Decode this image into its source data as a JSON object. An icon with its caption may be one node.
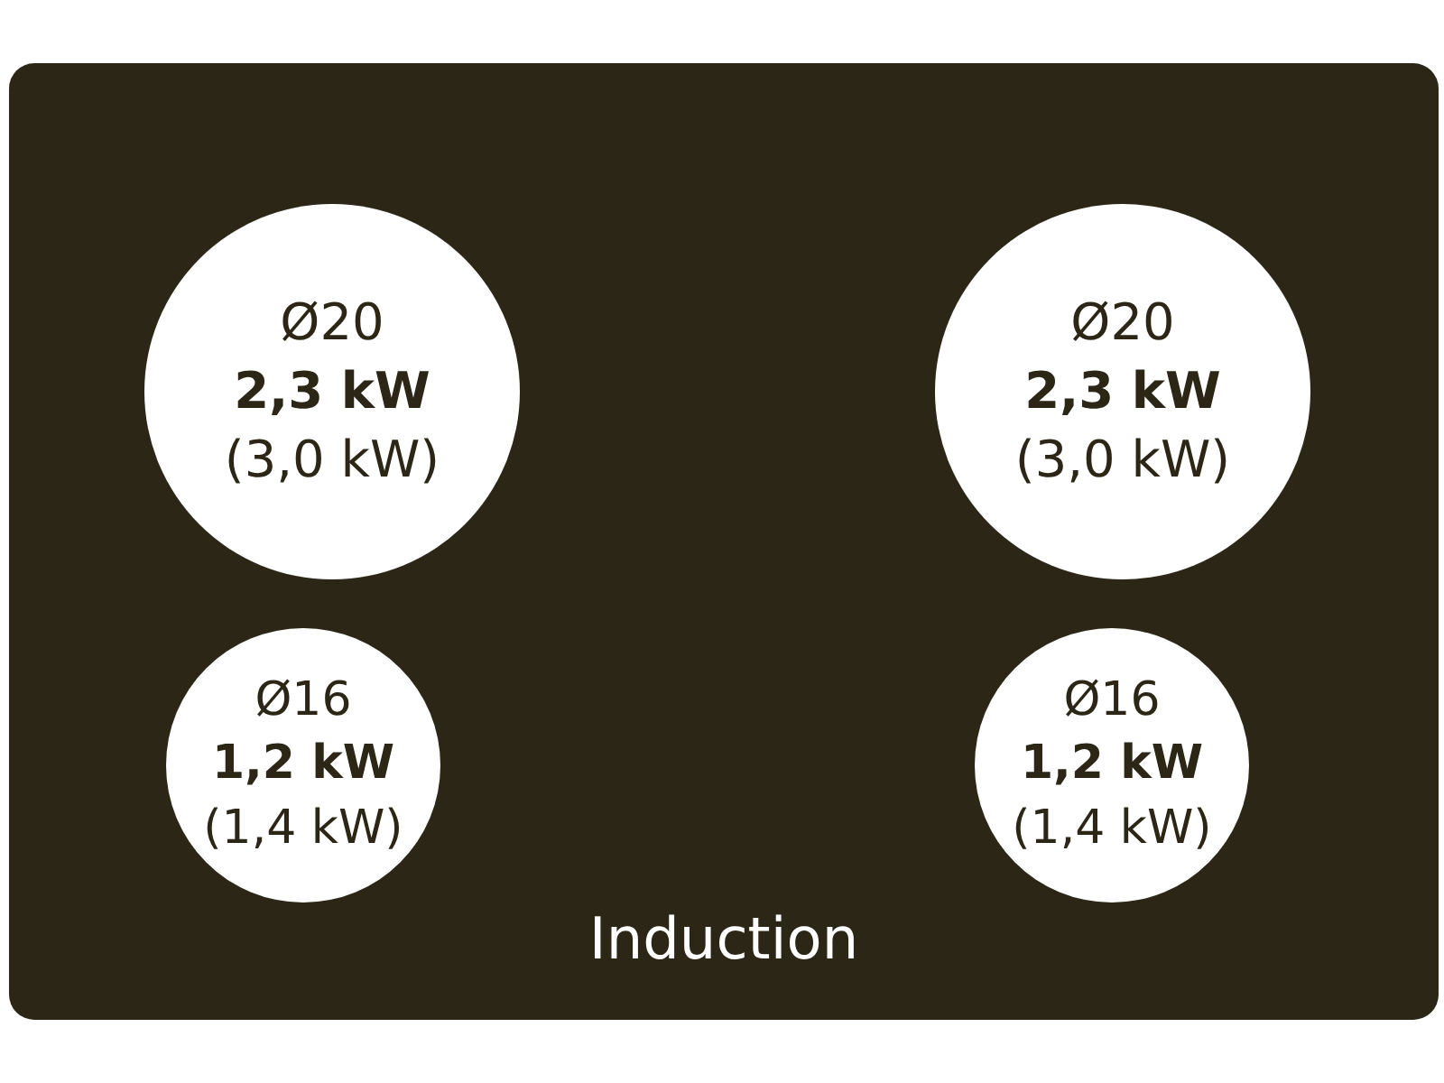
{
  "diagram": {
    "nodes": [
      {
        "text": [
          "Induction"
        ]
      },
      {
        "text": [
          "Ø20",
          "2,3 kW",
          "(3,0 kW)"
        ],
        "in": 0
      },
      {
        "text": [
          "Ø20",
          "2,3 kW",
          "(3,0 kW)"
        ],
        "in": 0
      },
      {
        "text": [
          "Ø16",
          "1,2 kW",
          "(1,4 kW)"
        ],
        "in": 0
      },
      {
        "text": [
          "Ø16",
          "1,2 kW",
          "(1,4 kW)"
        ],
        "in": 0
      }
    ]
  }
}
